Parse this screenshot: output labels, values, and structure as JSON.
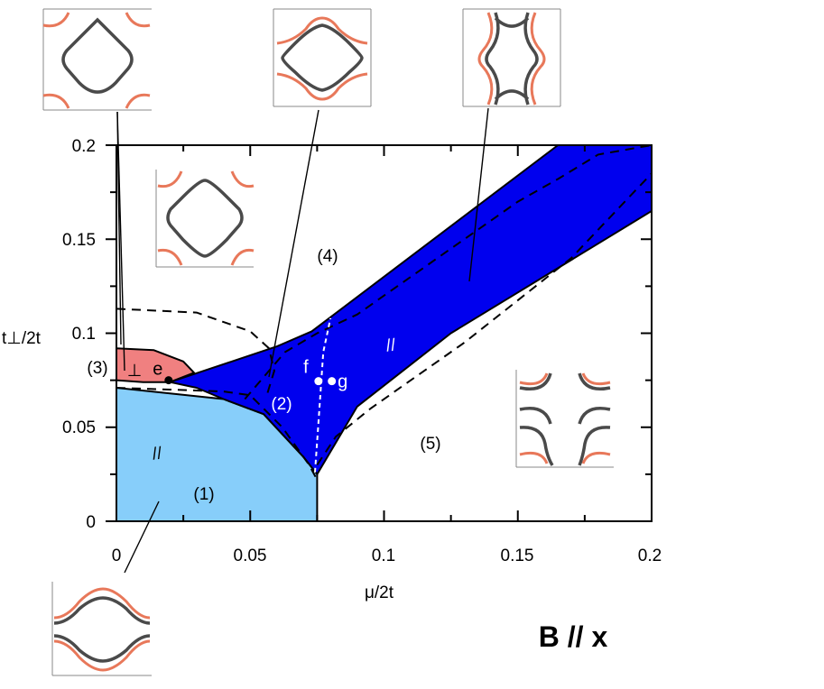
{
  "colors": {
    "phase1": "#87cefa",
    "phase2": "#0000ee",
    "phase3": "#f08080",
    "fermi_outer": "#e8785a",
    "fermi_inner": "#4a4a4a"
  },
  "chart_data": {
    "type": "area",
    "xlabel": "μ/2t",
    "ylabel": "t⊥/2t",
    "xlim": [
      0,
      0.2
    ],
    "ylim": [
      0,
      0.2
    ],
    "x_ticks": [
      "0",
      "0.05",
      "0.1",
      "0.15",
      "0.2"
    ],
    "y_ticks": [
      "0",
      "0.05",
      "0.1",
      "0.15",
      "0.2"
    ],
    "field_label": "B // x",
    "regions": [
      {
        "id": "1",
        "label": "(1)",
        "symbol": "//",
        "boundary": [
          [
            0,
            0
          ],
          [
            0,
            0.071
          ],
          [
            0.04,
            0.065
          ],
          [
            0.055,
            0.057
          ],
          [
            0.07,
            0.034
          ],
          [
            0.075,
            0.025
          ],
          [
            0.075,
            0
          ]
        ]
      },
      {
        "id": "2",
        "label": "(2)",
        "symbol": "//",
        "boundary": [
          [
            0.02,
            0.074
          ],
          [
            0.06,
            0.093
          ],
          [
            0.073,
            0.101
          ],
          [
            0.165,
            0.2
          ],
          [
            0.2,
            0.2
          ],
          [
            0.2,
            0.165
          ],
          [
            0.125,
            0.1
          ],
          [
            0.09,
            0.061
          ],
          [
            0.075,
            0.025
          ],
          [
            0.07,
            0.034
          ],
          [
            0.055,
            0.057
          ],
          [
            0.04,
            0.065
          ],
          [
            0.03,
            0.071
          ]
        ]
      },
      {
        "id": "3",
        "label": "(3)",
        "symbol": "⊥",
        "boundary": [
          [
            0,
            0.075
          ],
          [
            0,
            0.092
          ],
          [
            0.014,
            0.091
          ],
          [
            0.025,
            0.085
          ],
          [
            0.029,
            0.079
          ],
          [
            0.02,
            0.074
          ],
          [
            0.01,
            0.074
          ]
        ]
      },
      {
        "id": "4",
        "label": "(4)",
        "symbol": ""
      },
      {
        "id": "5",
        "label": "(5)",
        "symbol": ""
      }
    ],
    "dashed_boundaries": [
      [
        [
          0,
          0.113
        ],
        [
          0.03,
          0.111
        ],
        [
          0.05,
          0.101
        ],
        [
          0.057,
          0.092
        ],
        [
          0.059,
          0.08
        ],
        [
          0.056,
          0.066
        ]
      ],
      [
        [
          0,
          0.071
        ],
        [
          0.02,
          0.07
        ],
        [
          0.04,
          0.069
        ],
        [
          0.05,
          0.067
        ],
        [
          0.062,
          0.05
        ],
        [
          0.072,
          0.03
        ],
        [
          0.075,
          0.022
        ]
      ],
      [
        [
          0.048,
          0.065
        ],
        [
          0.063,
          0.09
        ],
        [
          0.075,
          0.1
        ],
        [
          0.09,
          0.11
        ],
        [
          0.12,
          0.14
        ],
        [
          0.15,
          0.17
        ],
        [
          0.165,
          0.182
        ],
        [
          0.18,
          0.195
        ],
        [
          0.2,
          0.2
        ]
      ],
      [
        [
          0.075,
          0.03
        ],
        [
          0.082,
          0.045
        ],
        [
          0.095,
          0.06
        ],
        [
          0.13,
          0.095
        ],
        [
          0.17,
          0.14
        ],
        [
          0.2,
          0.185
        ]
      ]
    ],
    "white_dashed_boundary": [
      [
        0.0742,
        0.026
      ],
      [
        0.0757,
        0.057
      ],
      [
        0.0773,
        0.09
      ],
      [
        0.08,
        0.108
      ]
    ],
    "points": [
      {
        "label": "e",
        "x": 0.0195,
        "y": 0.075,
        "color": "#000000"
      },
      {
        "label": "f",
        "x": 0.0755,
        "y": 0.0745,
        "color": "#ffffff"
      },
      {
        "label": "g",
        "x": 0.0805,
        "y": 0.0745,
        "color": "#ffffff"
      }
    ],
    "fermi_surface_insets": [
      {
        "region": "1",
        "shape": "split-lens"
      },
      {
        "region": "2",
        "shape": "rounded-square-with-top-bottom-arcs"
      },
      {
        "region": "3",
        "shape": "rounded-square"
      },
      {
        "region": "4",
        "shape": "rounded-square"
      },
      {
        "region": "5",
        "shape": "four-open-arcs"
      },
      {
        "region": "upper-right",
        "shape": "pinched-vertical"
      }
    ]
  }
}
